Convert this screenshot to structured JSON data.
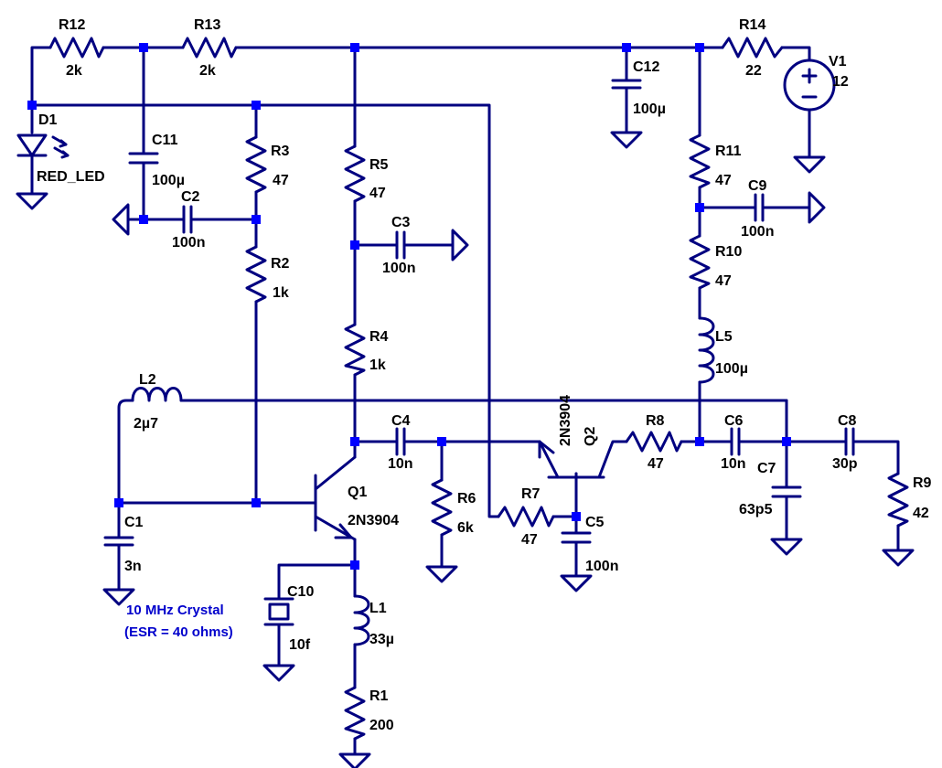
{
  "components": {
    "R12": {
      "ref": "R12",
      "value": "2k"
    },
    "R13": {
      "ref": "R13",
      "value": "2k"
    },
    "R14": {
      "ref": "R14",
      "value": "22"
    },
    "V1": {
      "ref": "V1",
      "value": "12"
    },
    "C12": {
      "ref": "C12",
      "value": "100µ"
    },
    "D1": {
      "ref": "D1",
      "value": "RED_LED"
    },
    "C11": {
      "ref": "C11",
      "value": "100µ"
    },
    "R3": {
      "ref": "R3",
      "value": "47"
    },
    "C2": {
      "ref": "C2",
      "value": "100n"
    },
    "R2": {
      "ref": "R2",
      "value": "1k"
    },
    "R5": {
      "ref": "R5",
      "value": "47"
    },
    "C3": {
      "ref": "C3",
      "value": "100n"
    },
    "R4": {
      "ref": "R4",
      "value": "1k"
    },
    "R11": {
      "ref": "R11",
      "value": "47"
    },
    "C9": {
      "ref": "C9",
      "value": "100n"
    },
    "R10": {
      "ref": "R10",
      "value": "47"
    },
    "L5": {
      "ref": "L5",
      "value": "100µ"
    },
    "L2": {
      "ref": "L2",
      "value": "2µ7"
    },
    "C4": {
      "ref": "C4",
      "value": "10n"
    },
    "Q2": {
      "ref": "Q2",
      "value": "2N3904"
    },
    "R8": {
      "ref": "R8",
      "value": "47"
    },
    "C6": {
      "ref": "C6",
      "value": "10n"
    },
    "C8": {
      "ref": "C8",
      "value": "30p"
    },
    "C7": {
      "ref": "C7",
      "value": "63p5"
    },
    "R9": {
      "ref": "R9",
      "value": "42"
    },
    "Q1": {
      "ref": "Q1",
      "value": "2N3904"
    },
    "R6": {
      "ref": "R6",
      "value": "6k"
    },
    "R7": {
      "ref": "R7",
      "value": "47"
    },
    "C5": {
      "ref": "C5",
      "value": "100n"
    },
    "C1": {
      "ref": "C1",
      "value": "3n"
    },
    "C10": {
      "ref": "C10",
      "value": "10f"
    },
    "L1": {
      "ref": "L1",
      "value": "33µ"
    },
    "R1": {
      "ref": "R1",
      "value": "200"
    }
  },
  "notes": {
    "crystal_line1": "10 MHz Crystal",
    "crystal_line2": "(ESR = 40 ohms)"
  },
  "colors": {
    "wire": "#000080",
    "junction": "#0000ff",
    "note_text": "#0000cc"
  }
}
